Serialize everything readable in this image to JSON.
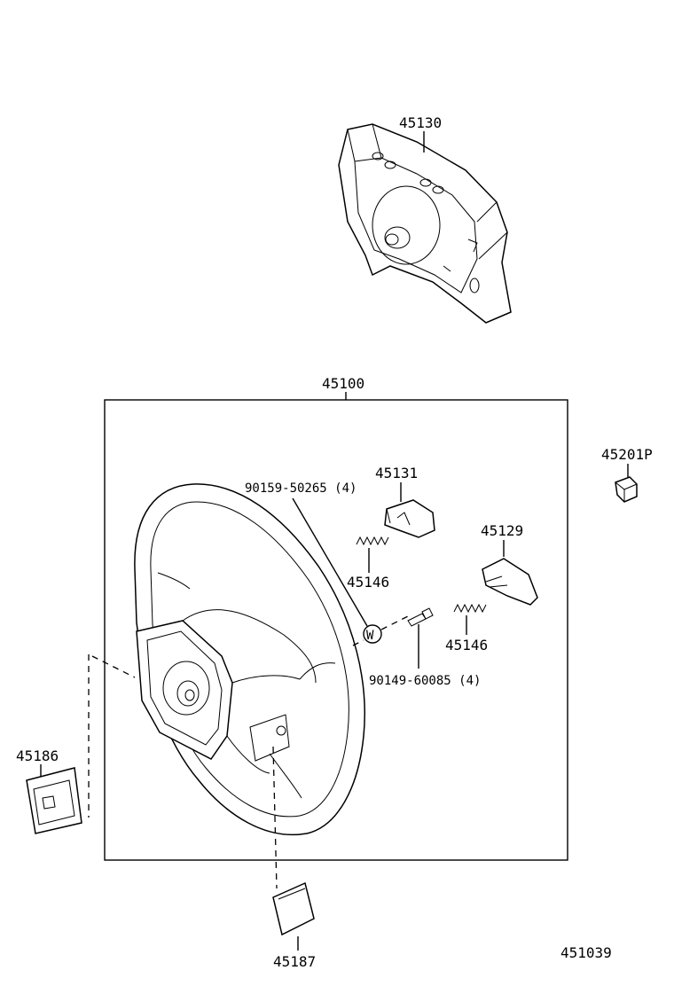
{
  "labels": {
    "pad": "45130",
    "wheel_assy": "45100",
    "bolt_top": "90159-50265 (4)",
    "switch_left": "45131",
    "switch_right": "45129",
    "spring_left": "45146",
    "spring_right": "45146",
    "bolt_bottom": "90149-60085 (4)",
    "nut": "45201P",
    "cover_left": "45186",
    "cover_bottom": "45187",
    "figure_id": "451039"
  },
  "icons": {
    "washer_mark": "W"
  }
}
